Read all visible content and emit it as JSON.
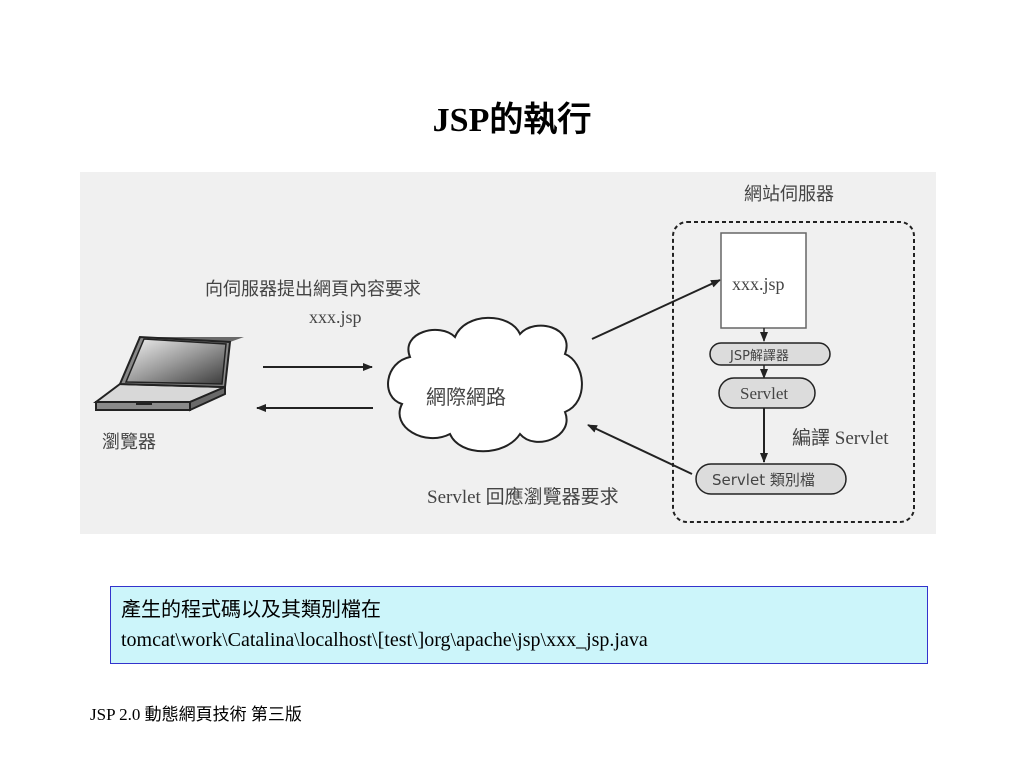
{
  "title": "JSP的執行",
  "diagram": {
    "server_label": "網站伺服器",
    "browser_label": "瀏覽器",
    "request_label_line1": "向伺服器提出網頁內容要求",
    "request_label_line2": "xxx.jsp",
    "internet_label": "網際網路",
    "response_label": "Servlet 回應瀏覽器要求",
    "jsp_file_label": "xxx.jsp",
    "jsp_translator_label": "JSP解譯器",
    "servlet_label": "Servlet",
    "compile_label": "編譯 Servlet",
    "servlet_class_label": "Servlet 類別檔"
  },
  "note": {
    "line1": "產生的程式碼以及其類別檔在",
    "line2": "tomcat\\work\\Catalina\\localhost\\[test\\]org\\apache\\jsp\\xxx_jsp.java"
  },
  "footer": "JSP  2.0 動態網頁技術 第三版"
}
